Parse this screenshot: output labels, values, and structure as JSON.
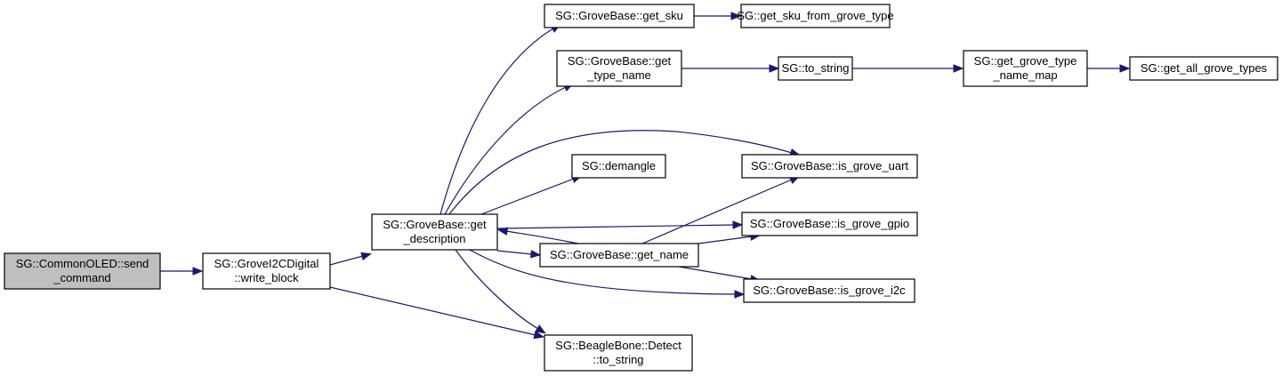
{
  "title": "Call graph for SG::CommonOLED::send_command",
  "colors": {
    "edge": "#191970",
    "root_fill": "#bfbfbf",
    "node_fill": "#ffffff",
    "border": "#000000"
  },
  "nodes": [
    {
      "id": "send_command",
      "lines": [
        "SG::CommonOLED::send",
        "_command"
      ],
      "root": true
    },
    {
      "id": "write_block",
      "lines": [
        "SG::GroveI2CDigital",
        "::write_block"
      ]
    },
    {
      "id": "get_description",
      "lines": [
        "SG::GroveBase::get",
        "_description"
      ]
    },
    {
      "id": "get_sku",
      "lines": [
        "SG::GroveBase::get_sku"
      ]
    },
    {
      "id": "get_sku_from_grove_type",
      "lines": [
        "SG::get_sku_from_grove_type"
      ]
    },
    {
      "id": "get_type_name",
      "lines": [
        "SG::GroveBase::get",
        "_type_name"
      ]
    },
    {
      "id": "to_string",
      "lines": [
        "SG::to_string"
      ]
    },
    {
      "id": "get_grove_type_name_map",
      "lines": [
        "SG::get_grove_type",
        "_name_map"
      ]
    },
    {
      "id": "get_all_grove_types",
      "lines": [
        "SG::get_all_grove_types"
      ]
    },
    {
      "id": "demangle",
      "lines": [
        "SG::demangle"
      ]
    },
    {
      "id": "is_grove_uart",
      "lines": [
        "SG::GroveBase::is_grove_uart"
      ]
    },
    {
      "id": "is_grove_gpio",
      "lines": [
        "SG::GroveBase::is_grove_gpio"
      ]
    },
    {
      "id": "get_name",
      "lines": [
        "SG::GroveBase::get_name"
      ]
    },
    {
      "id": "is_grove_i2c",
      "lines": [
        "SG::GroveBase::is_grove_i2c"
      ]
    },
    {
      "id": "bb_to_string",
      "lines": [
        "SG::BeagleBone::Detect",
        "::to_string"
      ]
    }
  ],
  "edges": [
    {
      "from": "send_command",
      "to": "write_block"
    },
    {
      "from": "write_block",
      "to": "get_description"
    },
    {
      "from": "write_block",
      "to": "bb_to_string"
    },
    {
      "from": "get_description",
      "to": "get_sku"
    },
    {
      "from": "get_description",
      "to": "get_type_name"
    },
    {
      "from": "get_description",
      "to": "is_grove_uart"
    },
    {
      "from": "get_description",
      "to": "demangle"
    },
    {
      "from": "get_description",
      "to": "is_grove_gpio"
    },
    {
      "from": "get_description",
      "to": "get_name"
    },
    {
      "from": "get_description",
      "to": "is_grove_i2c"
    },
    {
      "from": "get_description",
      "to": "bb_to_string"
    },
    {
      "from": "get_sku",
      "to": "get_sku_from_grove_type"
    },
    {
      "from": "get_type_name",
      "to": "to_string"
    },
    {
      "from": "to_string",
      "to": "get_grove_type_name_map"
    },
    {
      "from": "get_grove_type_name_map",
      "to": "get_all_grove_types"
    },
    {
      "from": "get_name",
      "to": "get_description"
    },
    {
      "from": "get_name",
      "to": "is_grove_uart"
    },
    {
      "from": "get_name",
      "to": "is_grove_gpio"
    },
    {
      "from": "get_name",
      "to": "is_grove_i2c"
    }
  ]
}
